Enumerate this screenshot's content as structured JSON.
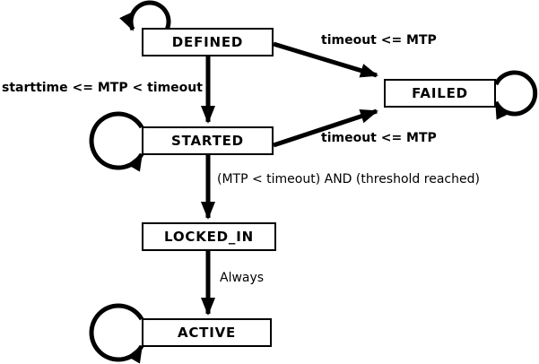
{
  "diagram": {
    "type": "state-machine",
    "background": "#ffffff",
    "stroke_color": "#000000",
    "states": [
      {
        "id": "DEFINED",
        "label": "DEFINED"
      },
      {
        "id": "STARTED",
        "label": "STARTED"
      },
      {
        "id": "LOCKED_IN",
        "label": "LOCKED_IN"
      },
      {
        "id": "ACTIVE",
        "label": "ACTIVE"
      },
      {
        "id": "FAILED",
        "label": "FAILED"
      }
    ],
    "transitions": [
      {
        "from": "DEFINED",
        "to": "FAILED",
        "label": "timeout <= MTP"
      },
      {
        "from": "DEFINED",
        "to": "STARTED",
        "label": "starttime <= MTP < timeout"
      },
      {
        "from": "STARTED",
        "to": "FAILED",
        "label": "timeout <= MTP"
      },
      {
        "from": "STARTED",
        "to": "LOCKED_IN",
        "label": "(MTP < timeout) AND (threshold reached)"
      },
      {
        "from": "LOCKED_IN",
        "to": "ACTIVE",
        "label": "Always"
      },
      {
        "from": "DEFINED",
        "to": "DEFINED",
        "label": ""
      },
      {
        "from": "STARTED",
        "to": "STARTED",
        "label": ""
      },
      {
        "from": "FAILED",
        "to": "FAILED",
        "label": ""
      },
      {
        "from": "ACTIVE",
        "to": "ACTIVE",
        "label": ""
      }
    ]
  }
}
